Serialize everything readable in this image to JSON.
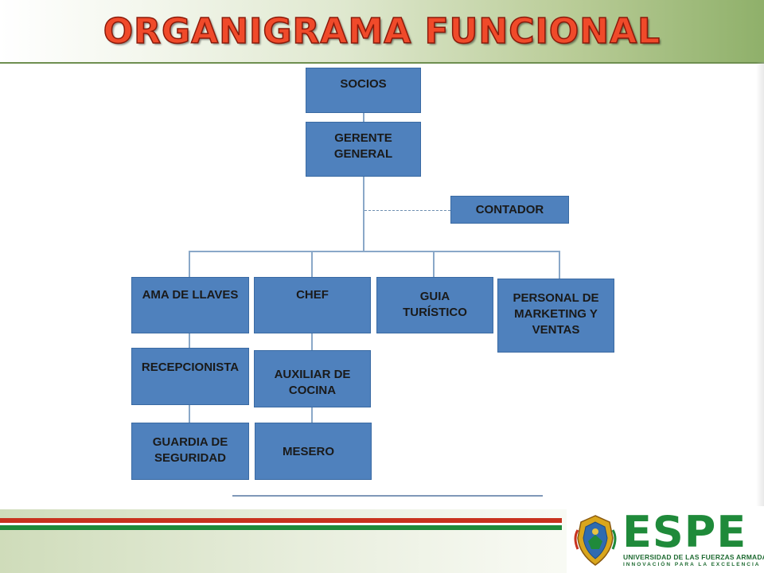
{
  "slide": {
    "title": "ORGANIGRAMA FUNCIONAL"
  },
  "org_chart": {
    "nodes": [
      {
        "id": "socios",
        "label": "SOCIOS"
      },
      {
        "id": "gerente",
        "label": "GERENTE GENERAL"
      },
      {
        "id": "contador",
        "label": "CONTADOR"
      },
      {
        "id": "ama",
        "label": "AMA DE LLAVES"
      },
      {
        "id": "chef",
        "label": "CHEF"
      },
      {
        "id": "guia",
        "label": "GUIA TURÍSTICO"
      },
      {
        "id": "marketing",
        "label": "PERSONAL DE MARKETING Y VENTAS"
      },
      {
        "id": "recepcionista",
        "label": "RECEPCIONISTA"
      },
      {
        "id": "auxiliar",
        "label": "AUXILIAR DE COCINA"
      },
      {
        "id": "guardia",
        "label": "GUARDIA DE SEGURIDAD"
      },
      {
        "id": "mesero",
        "label": "MESERO"
      }
    ],
    "colors": {
      "box_fill": "#4f81bd",
      "connector": "#8aa8c8"
    }
  },
  "footer": {
    "logo_text": "ESPE",
    "university": "UNIVERSIDAD DE LAS FUERZAS ARMADAS",
    "motto": "INNOVACIÓN PARA LA EXCELENCIA",
    "brand_color": "#1f8a3a",
    "stripe_colors": [
      "#c8321e",
      "#ffffff",
      "#1f8a3a"
    ]
  }
}
